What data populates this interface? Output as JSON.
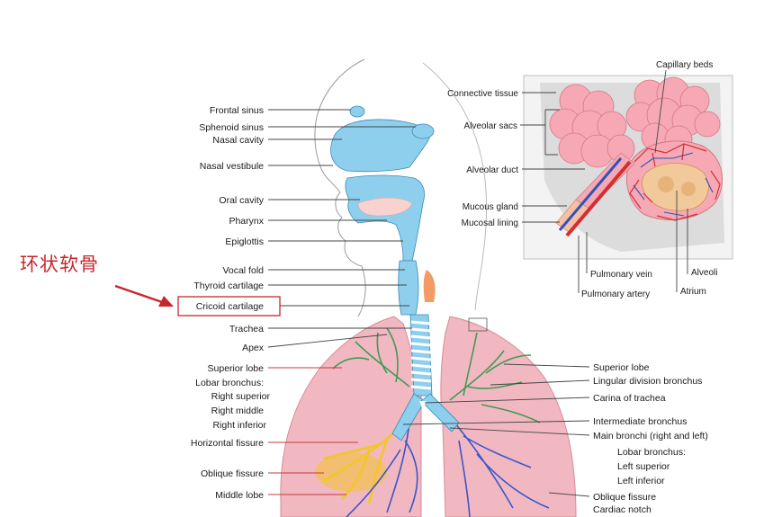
{
  "annotation": {
    "text": "环状软骨",
    "color": "#c8262b"
  },
  "left_labels": {
    "frontal_sinus": "Frontal sinus",
    "sphenoid_sinus": "Sphenoid sinus",
    "nasal_cavity": "Nasal cavity",
    "nasal_vestibule": "Nasal vestibule",
    "oral_cavity": "Oral cavity",
    "pharynx": "Pharynx",
    "epiglottis": "Epiglottis",
    "vocal_fold": "Vocal fold",
    "thyroid_cartilage": "Thyroid cartilage",
    "cricoid_cartilage": "Cricoid cartilage",
    "trachea": "Trachea",
    "apex": "Apex",
    "superior_lobe": "Superior lobe",
    "lobar_bronchus": "Lobar bronchus:",
    "right_superior": "Right superior",
    "right_middle": "Right middle",
    "right_inferior": "Right inferior",
    "horizontal_fissure": "Horizontal fissure",
    "oblique_fissure": "Oblique fissure",
    "middle_lobe": "Middle lobe"
  },
  "inset_labels": {
    "capillary_beds": "Capillary beds",
    "connective_tissue": "Connective tissue",
    "alveolar_sacs": "Alveolar sacs",
    "alveolar_duct": "Alveolar duct",
    "mucous_gland": "Mucous gland",
    "mucosal_lining": "Mucosal lining",
    "pulmonary_vein": "Pulmonary vein",
    "pulmonary_artery": "Pulmonary artery",
    "alveoli": "Alveoli",
    "atrium": "Atrium"
  },
  "right_labels": {
    "superior_lobe": "Superior lobe",
    "lingular_division_bronchus": "Lingular division bronchus",
    "carina_of_trachea": "Carina of trachea",
    "intermediate_bronchus": "Intermediate bronchus",
    "main_bronchi": "Main bronchi (right and left)",
    "lobar_bronchus": "Lobar bronchus:",
    "left_superior": "Left superior",
    "left_inferior": "Left inferior",
    "oblique_fissure": "Oblique fissure",
    "cardiac_notch": "Cardiac notch"
  },
  "colors": {
    "airway_blue": "#8fcfee",
    "lung_pink": "#f2b8c2",
    "bronchus_green": "#3f9a55",
    "bronchus_yellow": "#f2c531",
    "bronchus_blue": "#3b55c8",
    "artery_red": "#d22f2f",
    "vein_blue": "#2e54b8"
  }
}
